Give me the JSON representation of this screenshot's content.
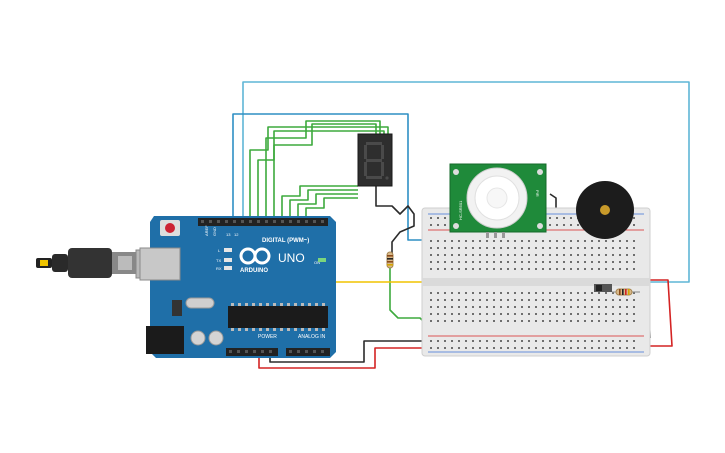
{
  "colors": {
    "background": "#ffffff",
    "arduino_board": "#1f6fa8",
    "breadboard": "#e9e9e9",
    "pir_board": "#1f8a3a",
    "wire_red": "#d42323",
    "wire_black": "#2b2b2b",
    "wire_green": "#3daa3d",
    "wire_blue": "#2e8fc4",
    "wire_light_blue": "#5fb6d6",
    "wire_yellow": "#f0c400",
    "seven_segment": "#2e2e2e",
    "buzzer": "#1c1c1c",
    "buzzer_center": "#c89a2a"
  },
  "arduino": {
    "brand": "ARDUINO",
    "model": "UNO",
    "digital_label": "DIGITAL (PWM~)",
    "power_label": "POWER",
    "analog_label": "ANALOG IN",
    "aref": "AREF",
    "gnd": "GND",
    "pin_13": "13",
    "pin_12": "12",
    "tx": "TX",
    "rx": "RX",
    "l": "L",
    "on": "ON"
  },
  "pir_sensor": {
    "label_left": "HC-SR501",
    "label_right": "PIR"
  },
  "components": {
    "usb_cable": "usb-cable",
    "seven_segment_digit": "8",
    "resistor_1": "resistor",
    "resistor_2": "resistor",
    "slide_switch": "slide-switch",
    "piezo_buzzer": "buzzer"
  }
}
